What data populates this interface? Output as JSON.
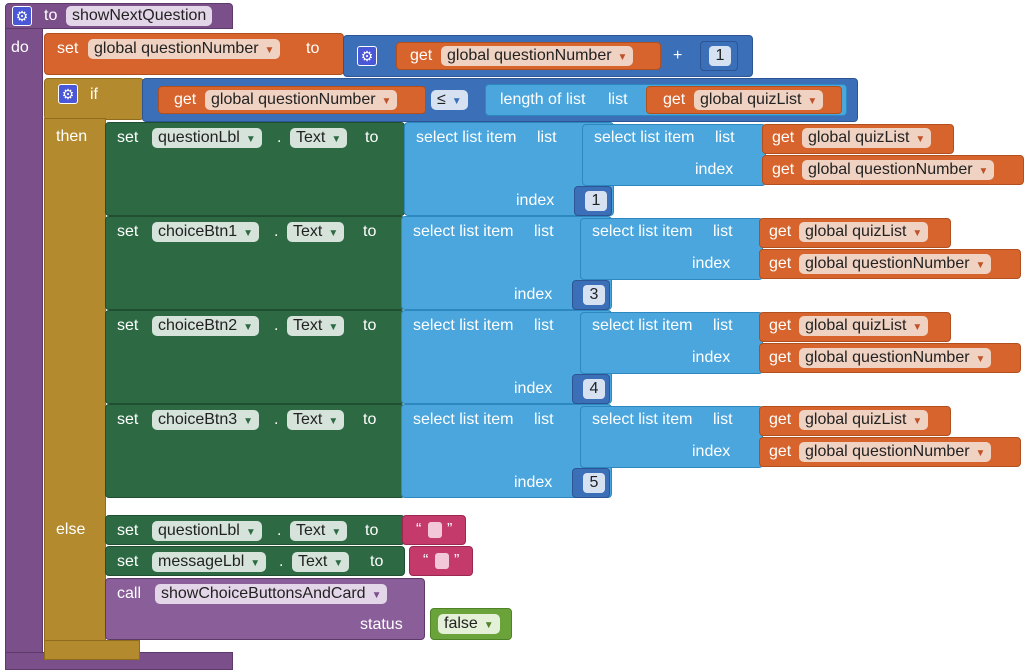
{
  "procedure": {
    "to_label": "to",
    "name": "showNextQuestion",
    "do_label": "do"
  },
  "set_qnum": {
    "set": "set",
    "var": "global questionNumber",
    "to": "to",
    "get": "get",
    "get_var": "global questionNumber",
    "op": "+",
    "num": "1"
  },
  "if_block": {
    "if": "if",
    "get": "get",
    "var": "global questionNumber",
    "cmp": "≤",
    "length_of_list": "length of list",
    "list": "list",
    "get2": "get",
    "var2": "global quizList",
    "then": "then",
    "else": "else"
  },
  "rows": [
    {
      "set": "set",
      "comp": "questionLbl",
      "prop": "Text",
      "to": "to",
      "outer": "select list item",
      "list": "list",
      "inner": "select list item",
      "list2": "list",
      "get": "get",
      "var": "global quizList",
      "index_label": "index",
      "get2": "get",
      "var2": "global questionNumber",
      "index_label2": "index",
      "index_val": "1"
    },
    {
      "set": "set",
      "comp": "choiceBtn1",
      "prop": "Text",
      "to": "to",
      "outer": "select list item",
      "list": "list",
      "inner": "select list item",
      "list2": "list",
      "get": "get",
      "var": "global quizList",
      "index_label": "index",
      "get2": "get",
      "var2": "global questionNumber",
      "index_label2": "index",
      "index_val": "3"
    },
    {
      "set": "set",
      "comp": "choiceBtn2",
      "prop": "Text",
      "to": "to",
      "outer": "select list item",
      "list": "list",
      "inner": "select list item",
      "list2": "list",
      "get": "get",
      "var": "global quizList",
      "index_label": "index",
      "get2": "get",
      "var2": "global questionNumber",
      "index_label2": "index",
      "index_val": "4"
    },
    {
      "set": "set",
      "comp": "choiceBtn3",
      "prop": "Text",
      "to": "to",
      "outer": "select list item",
      "list": "list",
      "inner": "select list item",
      "list2": "list",
      "get": "get",
      "var": "global quizList",
      "index_label": "index",
      "get2": "get",
      "var2": "global questionNumber",
      "index_label2": "index",
      "index_val": "5"
    }
  ],
  "else_rows": [
    {
      "set": "set",
      "comp": "questionLbl",
      "prop": "Text",
      "to": "to",
      "quote_open": "“",
      "quote_close": "”"
    },
    {
      "set": "set",
      "comp": "messageLbl",
      "prop": "Text",
      "to": "to",
      "quote_open": "“",
      "quote_close": "”"
    }
  ],
  "call": {
    "call": "call",
    "proc": "showChoiceButtonsAndCard",
    "status_label": "status",
    "status_val": "false"
  },
  "dot": "."
}
